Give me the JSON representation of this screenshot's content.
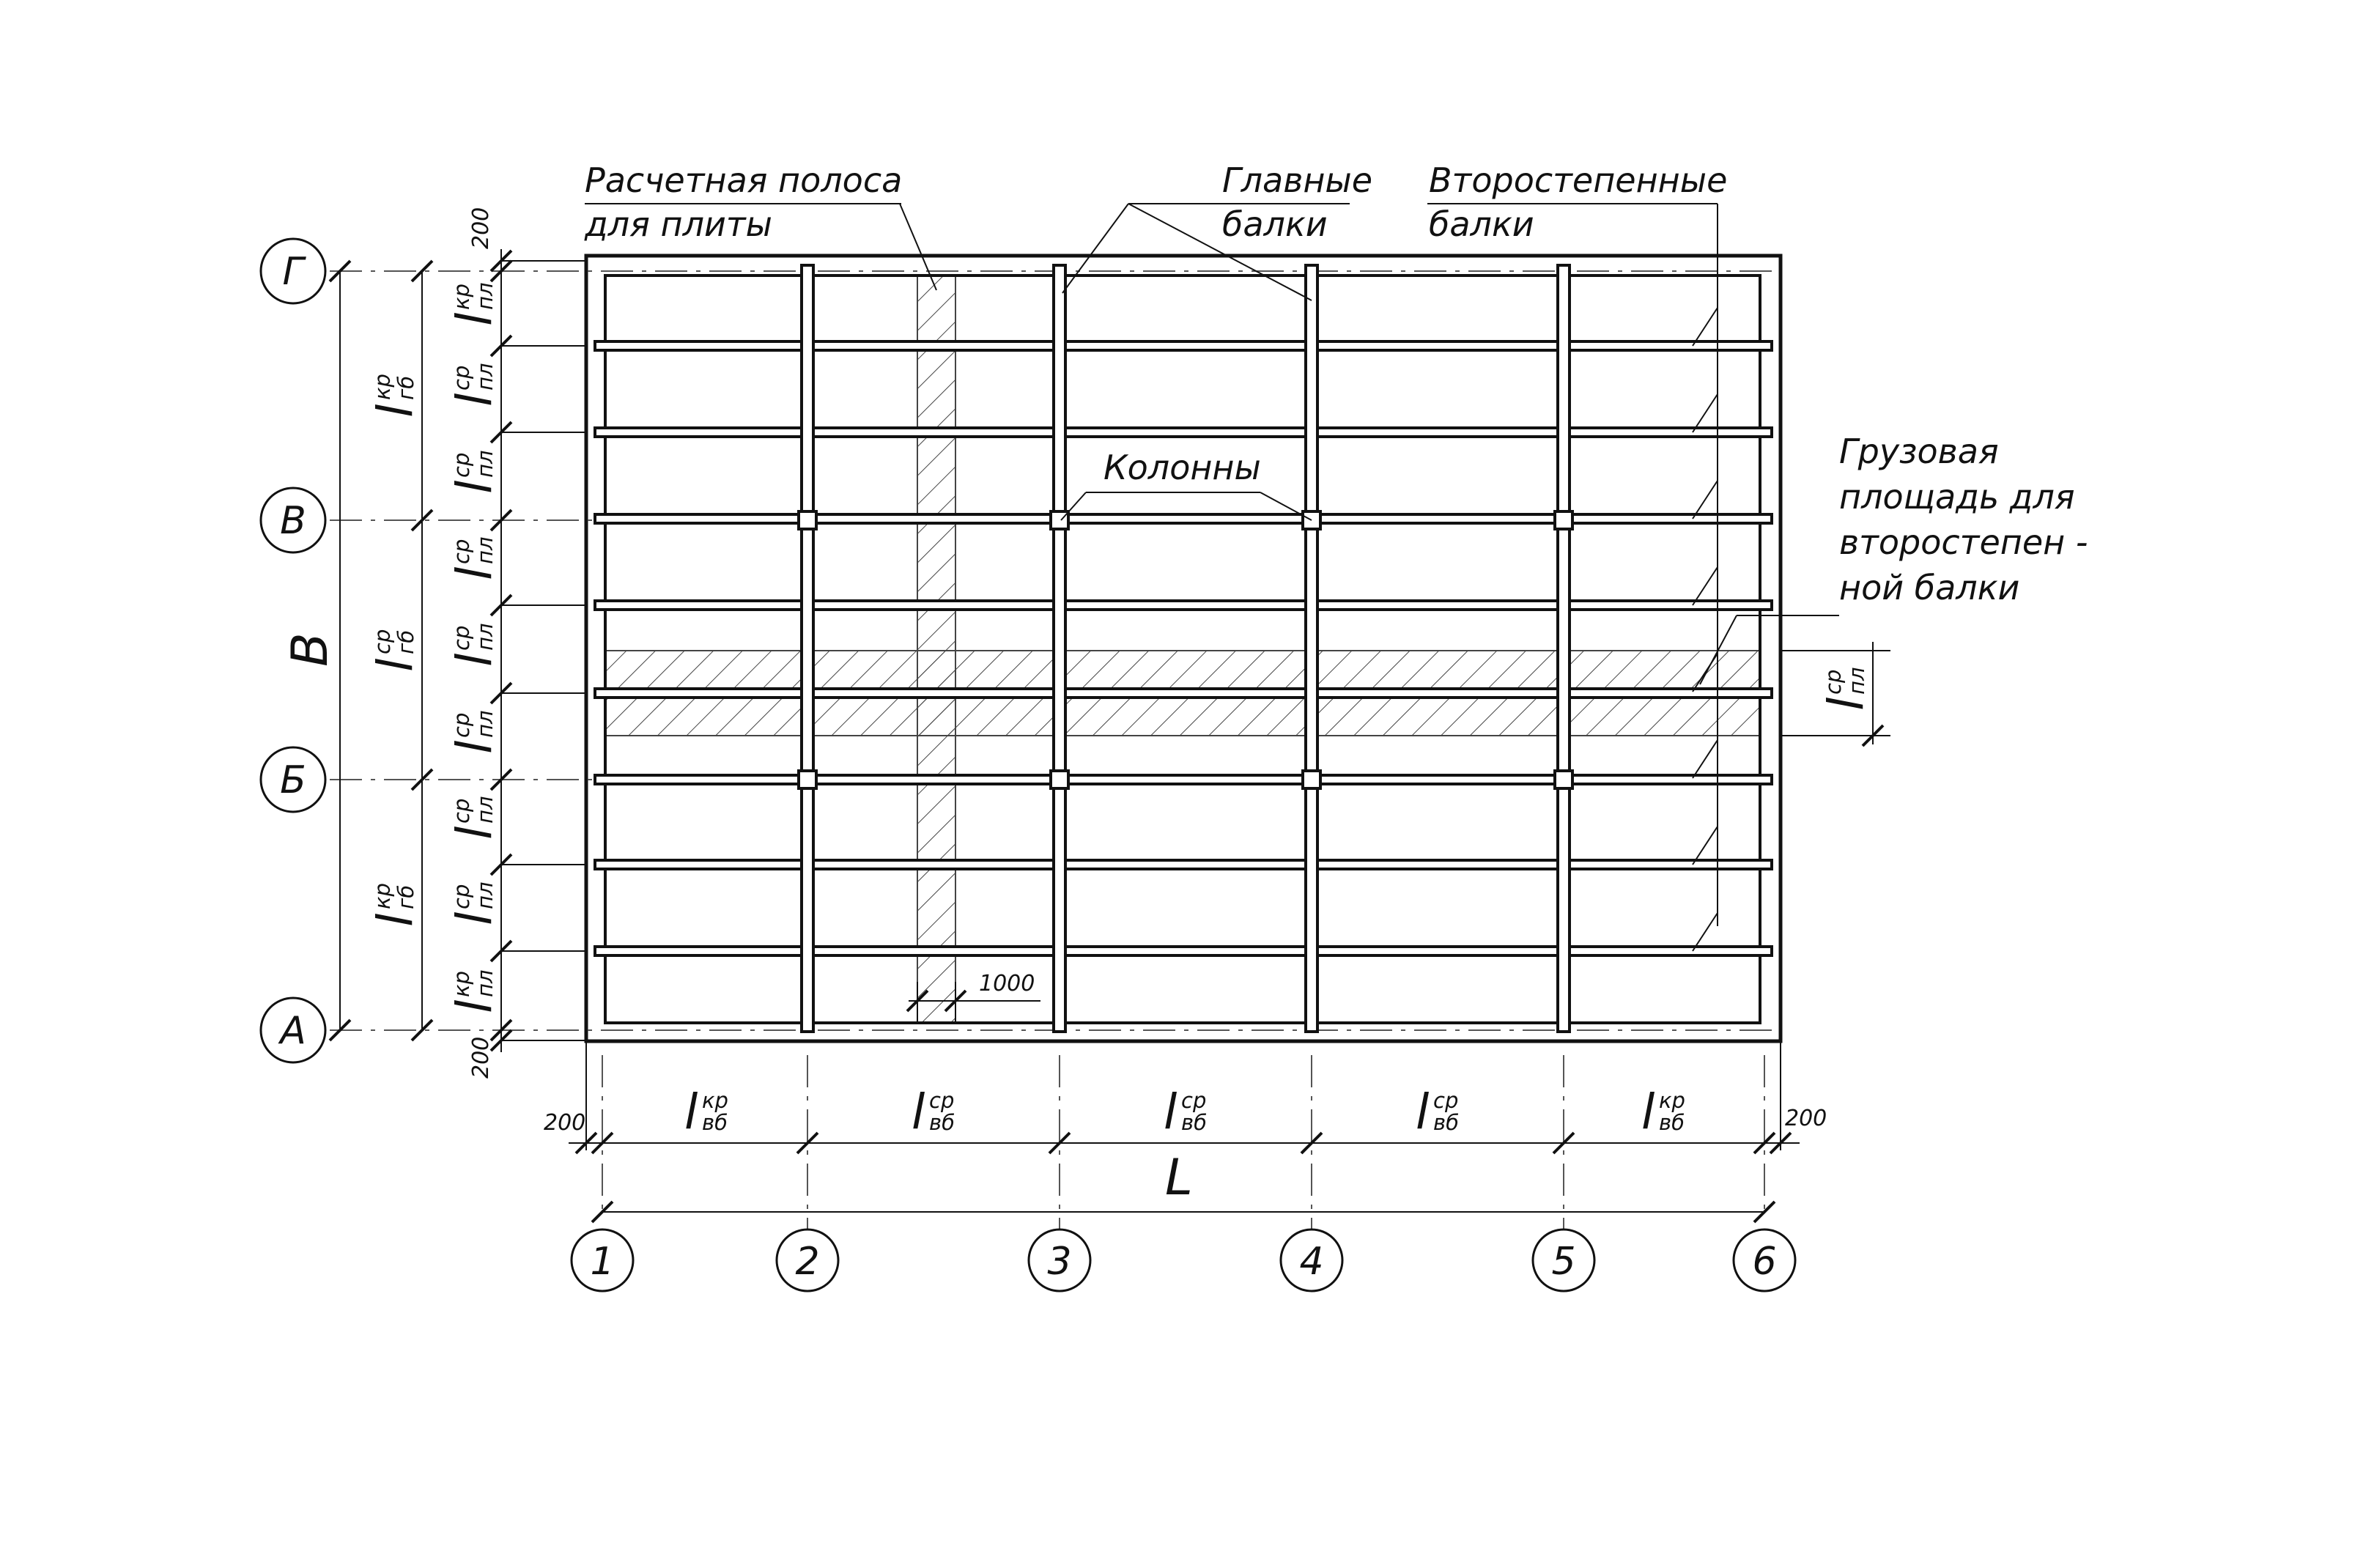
{
  "labels": {
    "strip_line1": "Расчетная полоса",
    "strip_line2": "для плиты",
    "main_line1": "Главные",
    "main_line2": "балки",
    "secondary_line1": "Второстепенные",
    "secondary_line2": "балки",
    "columns": "Колонны",
    "cargo_line1": "Грузовая",
    "cargo_line2": "площадь для",
    "cargo_line3": "второстепен -",
    "cargo_line4": "ной балки"
  },
  "row_axes": [
    "Г",
    "В",
    "Б",
    "А"
  ],
  "col_axes": [
    "1",
    "2",
    "3",
    "4",
    "5",
    "6"
  ],
  "dims": {
    "edge": "200",
    "strip_width": "1000",
    "overall_length": "L",
    "overall_width": "B",
    "ell": "l",
    "sub_pl": "пл",
    "sub_gb": "гб",
    "sub_vb": "вб",
    "sup_kr": "кр",
    "sup_sr": "ср"
  }
}
